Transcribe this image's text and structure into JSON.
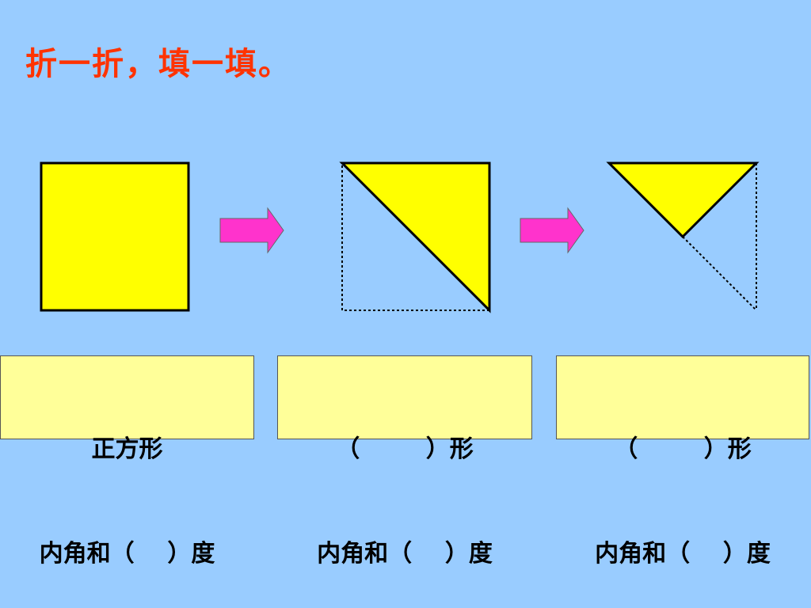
{
  "title": "折一折，填一填。",
  "colors": {
    "background": "#99ccff",
    "title": "#ff3300",
    "shape_fill": "#ffff00",
    "arrow_fill": "#ff33cc",
    "label_fill": "#ffff99"
  },
  "figures": [
    {
      "name": "square",
      "icon": "yellow-square"
    },
    {
      "name": "right-triangle",
      "icon": "yellow-half-square-triangle"
    },
    {
      "name": "folded-triangle",
      "icon": "yellow-quarter-square-triangle"
    }
  ],
  "arrows": [
    {
      "icon": "right-arrow-icon"
    },
    {
      "icon": "right-arrow-icon"
    }
  ],
  "labels": [
    {
      "line1": "正方形",
      "line2": "内角和（    ）度"
    },
    {
      "line1": "（        ）形",
      "line2": "内角和（    ）度"
    },
    {
      "line1": "（        ）形",
      "line2": "内角和（    ）度"
    }
  ]
}
